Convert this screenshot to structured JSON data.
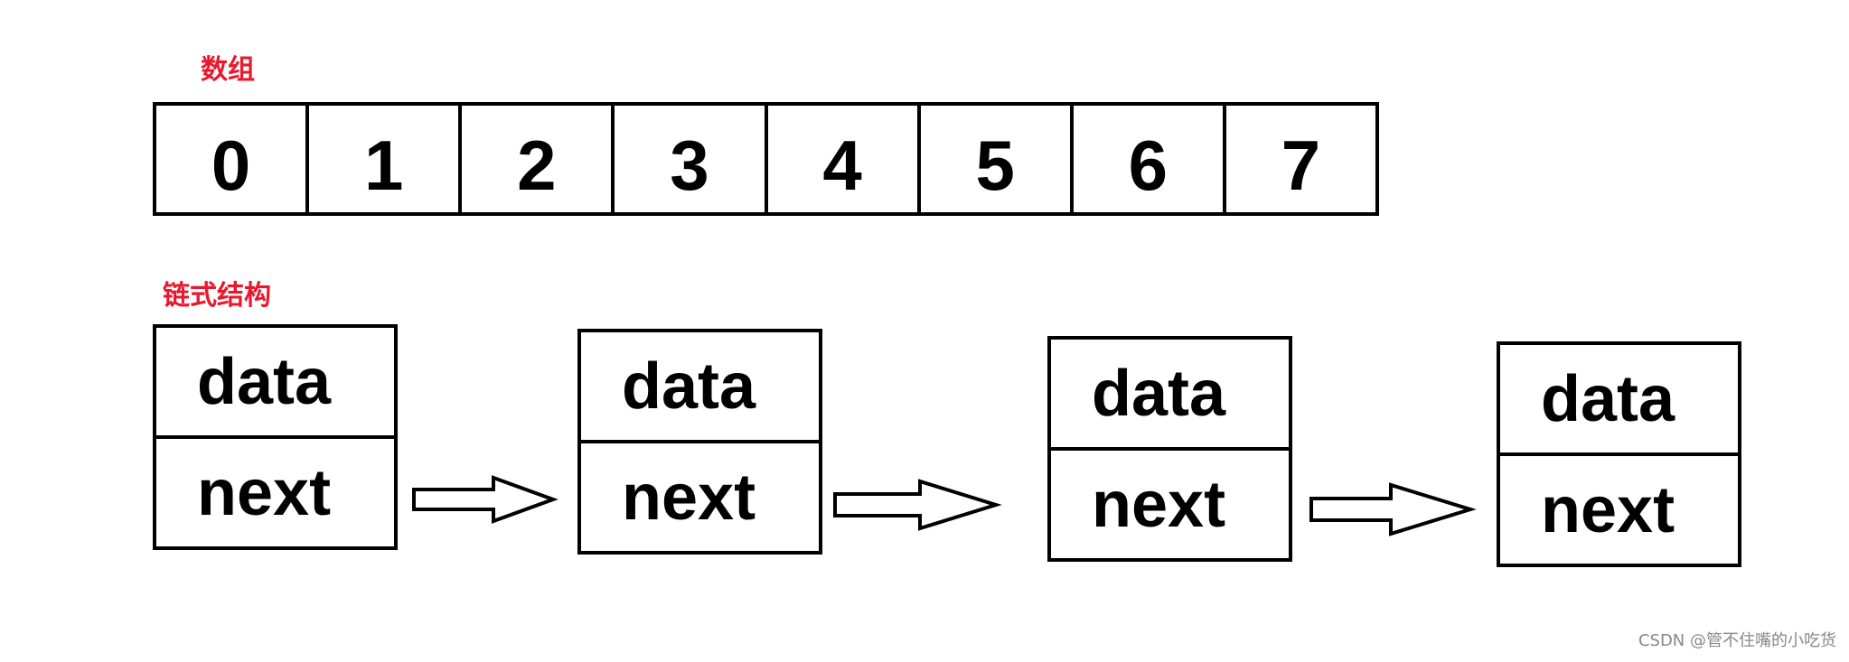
{
  "array": {
    "label": "数组",
    "cells": [
      "0",
      "1",
      "2",
      "3",
      "4",
      "5",
      "6",
      "7"
    ]
  },
  "linked": {
    "label": "链式结构",
    "nodes": [
      {
        "data": "data",
        "next": "next"
      },
      {
        "data": "data",
        "next": "next"
      },
      {
        "data": "data",
        "next": "next"
      },
      {
        "data": "data",
        "next": "next"
      }
    ]
  },
  "watermark": "CSDN @管不住嘴的小吃货",
  "colors": {
    "label": "#e8192c",
    "stroke": "#000000",
    "watermark": "#888888"
  }
}
